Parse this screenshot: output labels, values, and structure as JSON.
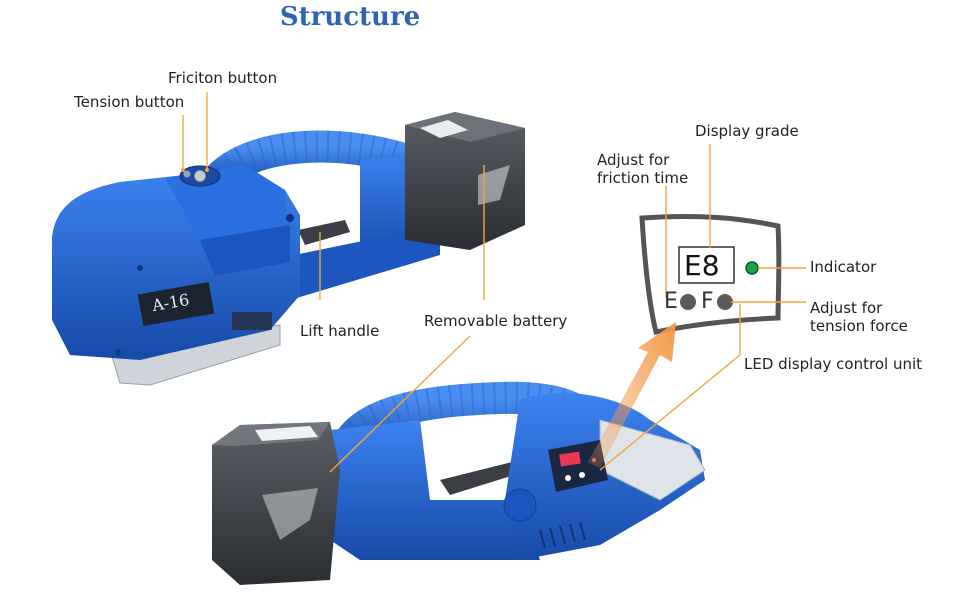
{
  "title": "Structure",
  "labels": {
    "friction_button": "Friciton button",
    "tension_button": "Tension button",
    "lift_handle": "Lift handle",
    "removable_battery": "Removable battery",
    "display_grade": "Display grade",
    "adjust_friction_time": "Adjust for\nfriction time",
    "indicator": "Indicator",
    "adjust_tension_force": "Adjust for\ntension force",
    "led_control_unit": "LED display control unit"
  },
  "panel": {
    "display_value": "E8",
    "e_button": "E",
    "f_button": "F"
  },
  "tool": {
    "model_plate": "A-16"
  },
  "colors": {
    "tool_blue": "#1f5fd0",
    "leader_orange": "#f2a53a",
    "indicator_green": "#1aa34a",
    "title_blue": "#2f64b4"
  }
}
